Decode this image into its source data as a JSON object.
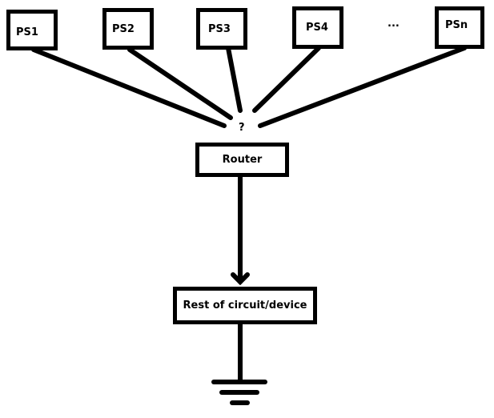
{
  "diagram": {
    "power_sources": [
      {
        "id": "ps1",
        "label": "PS1"
      },
      {
        "id": "ps2",
        "label": "PS2"
      },
      {
        "id": "ps3",
        "label": "PS3"
      },
      {
        "id": "ps4",
        "label": "PS4"
      },
      {
        "id": "psn",
        "label": "PSn"
      }
    ],
    "ellipsis": "...",
    "junction_label": "?",
    "router_label": "Router",
    "load_label": "Rest of circuit/device",
    "ground_symbol": "ground-icon",
    "edges": [
      {
        "from": "ps1",
        "to": "junction"
      },
      {
        "from": "ps2",
        "to": "junction"
      },
      {
        "from": "ps3",
        "to": "junction"
      },
      {
        "from": "ps4",
        "to": "junction"
      },
      {
        "from": "psn",
        "to": "junction"
      },
      {
        "from": "router",
        "to": "load",
        "arrow": true
      },
      {
        "from": "load",
        "to": "ground"
      }
    ]
  }
}
